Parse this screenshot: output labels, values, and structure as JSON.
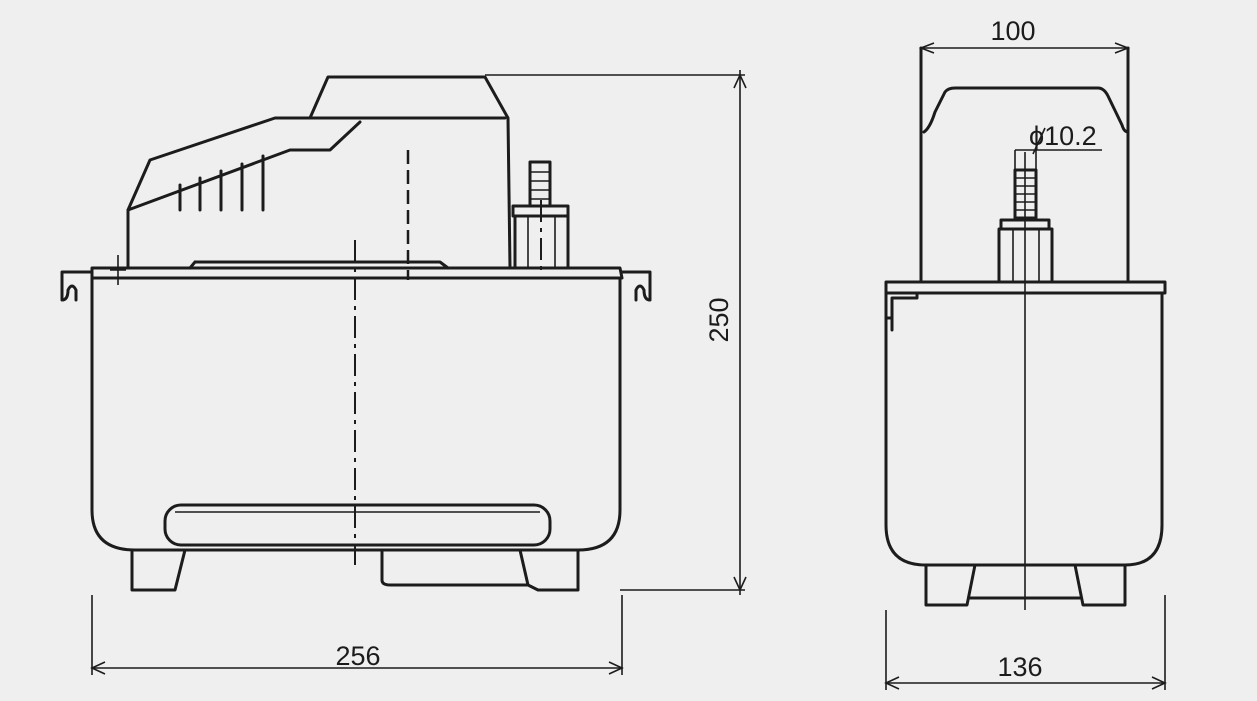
{
  "colors": {
    "background": "#efefef",
    "line": "#1c1c1c"
  },
  "front_view": {
    "height_label": "250",
    "width_label": "256"
  },
  "side_view": {
    "top_width_label": "100",
    "outlet_diameter_label": "ϕ10.2",
    "width_label": "136"
  }
}
